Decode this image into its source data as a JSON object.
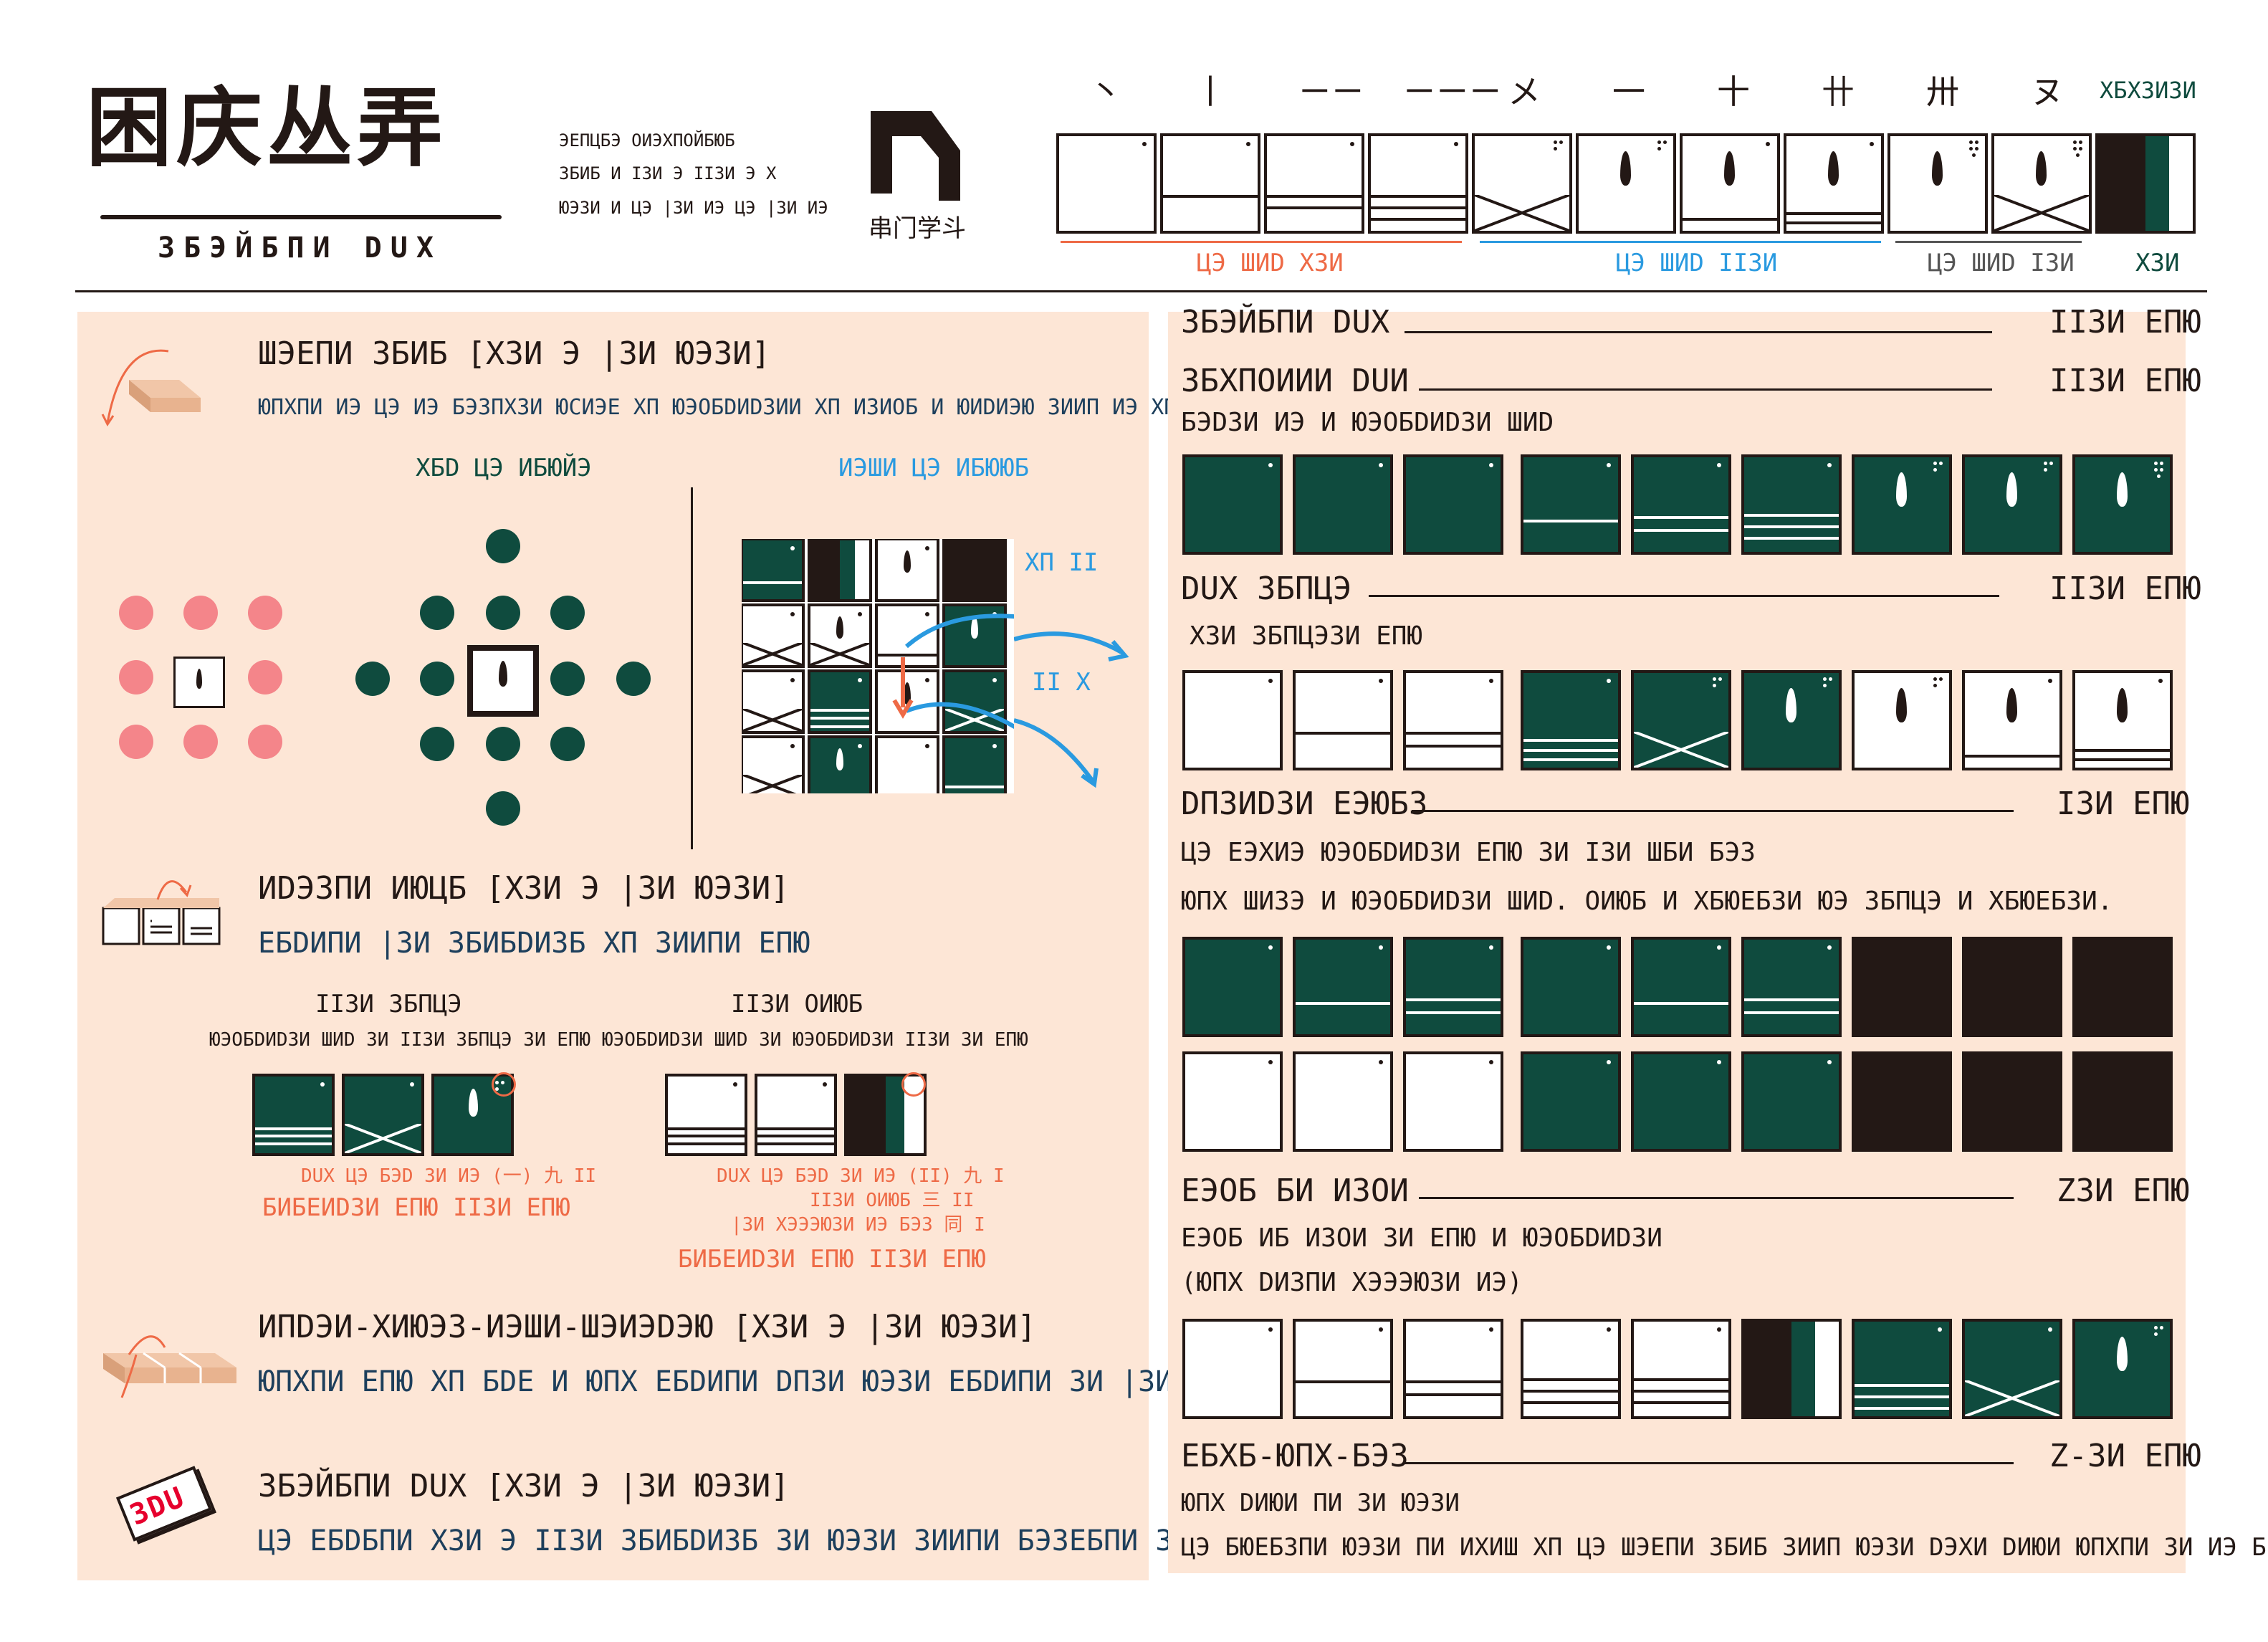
{
  "header": {
    "logo_title": "困庆丛弄",
    "logo_subtitle": "ЗБЭЙБПИ DUX",
    "info_line1": "ЭЕПЦБЭ ОИЭХПОЙБЮБ",
    "info_line2": "ЗБИБ И ІЗИ Э ІІЗИ Э Х",
    "info_line3": "ЮЭЗИ И ЦЭ |ЗИ ИЭ ЦЭ |ЗИ ИЭ",
    "brand_text": "串门学斗",
    "stroke_symbols": [
      "丶",
      "丨",
      "ㄧㄧ",
      "ㄧㄧㄧ",
      "メ",
      "一",
      "十",
      "卄",
      "卅",
      "ヌ"
    ],
    "joker_label": "ХБХЗИЗИ",
    "group_labels": [
      "ЦЭ ШИD ХЗИ",
      "ЦЭ ШИD ІІЗИ",
      "ЦЭ ШИD ІЗИ",
      "ХЗИ"
    ],
    "colors": {
      "accent_red": "#ee6a46",
      "accent_blue": "#2a9ae0",
      "green": "#0f4b3e",
      "dark": "#231815",
      "panel": "#fde6d6"
    }
  },
  "left": {
    "sec1": {
      "title": "ШЭЕПИ ЗБИБ [ХЗИ Э |ЗИ ЮЭЗИ]",
      "desc": "ЮПХПИ ИЭ ЦЭ ИЭ БЭЗПХЗИ ЮСИЭЕ ХП ЮЭОБDИDЗИИ ХП ИЗИОБ И ЮИDИЭЮ ЗИИП ИЭ ХП ЗИИПИ ИЭ",
      "col_a": "ХБD ЦЭ ИБЮЙЭ",
      "col_b": "ИЭШИ ЦЭ ИБЮЮБ",
      "arrow_label_top": "ХП ІІ",
      "arrow_label_bottom": "ІІ Х"
    },
    "sec2": {
      "title": "ИDЭЗПИ ИЮЦБ [ХЗИ Э |ЗИ ЮЭЗИ]",
      "desc": "ЕБDИПИ |ЗИ ЗБИБDИЗБ ХП ЗИИПИ ЕПЮ",
      "sub_a_title": "ІІЗИ ЗБПЦЭ",
      "sub_a_desc": "ЮЭОБDИDЗИ ШИD ЗИ ІІЗИ ЗБПЦЭ ЗИ ЕПЮ",
      "sub_b_title": "ІІЗИ ОИЮБ",
      "sub_b_desc": "ЮЭОБDИDЗИ ШИD ЗИ ЮЭОБDИDЗИ ІІЗИ ЗИ ЕПЮ",
      "note_a_line": "DUX ЦЭ БЭD ЗИ ИЭ (一) 九 ІІ",
      "note_a_score": "БИБЕИDЗИ ЕПЮ ІІЗИ ЕПЮ",
      "note_b_line1": "DUX ЦЭ БЭD ЗИ ИЭ (ІІ) 九 І",
      "note_b_line2": "ІІЗИ ОИЮБ 三 ІІ",
      "note_b_line3": "|ЗИ ХЭЭЭЮЗИ ИЭ БЭЗ 同 І",
      "note_b_score": "БИБЕИDЗИ ЕПЮ ІІЗИ ЕПЮ"
    },
    "sec3": {
      "title": "ИПDЭИ-ХИЮЭЗ-ИЭШИ-ШЭИЭDЭЮ [ХЗИ Э |ЗИ ЮЭЗИ]",
      "desc": "ЮПХПИ ЕПЮ ХП БDЕ И ЮПХ ЕБDИПИ DПЗИ ЮЭЗИ ЕБDИПИ ЗИ |ЗИ ЗБИБDИЗБ"
    },
    "sec4": {
      "title": "ЗБЭЙБПИ DUX [ХЗИ Э |ЗИ ЮЭЗИ]",
      "desc": "ЦЭ ЕБDБПИ ХЗИ Э ІІЗИ ЗБИБDИЗБ ЗИ ЮЭЗИ ЗИИПИ БЭЗЕБПИ ЗИ ЕПЮ",
      "badge": "3DU"
    }
  },
  "right": {
    "r1": {
      "title": "ЗБЭЙБПИ DUX",
      "score": "ІІЗИ ЕПЮ"
    },
    "r2": {
      "title": "ЗБХПОИИИ DUИ",
      "score": "ІІЗИ ЕПЮ",
      "desc": "БЭDЗИ ИЭ И ЮЭОБDИDЗИ ШИD"
    },
    "r3": {
      "title": "DUX ЗБПЦЭ",
      "score": "ІІЗИ ЕПЮ",
      "desc": "ХЗИ ЗБПЦЭЗИ ЕПЮ"
    },
    "r4": {
      "title": "DПЗИDЗИ ЕЭЮБЗ",
      "score": "ІЗИ ЕПЮ",
      "desc1": "ЦЭ ЕЭХИЭ ЮЭОБDИDЗИ ЕПЮ ЗИ ІЗИ ШБИ БЭЗ",
      "desc2": "ЮПХ ШИЗЭ И ЮЭОБDИDЗИ ШИD. ОИЮБ И ХБЮЕБЗИ ЮЭ ЗБПЦЭ И ХБЮЕБЗИ."
    },
    "r5": {
      "title": "ЕЭОБ БИ ИЗОИ",
      "score": "ZЗИ ЕПЮ",
      "desc1": "ЕЭОБ ИБ ИЗОИ ЗИ ЕПЮ И ЮЭОБDИDЗИ",
      "desc2": "(ЮПХ DИЗПИ ХЭЭЭЮЗИ ИЭ)"
    },
    "r6": {
      "title": "ЕБХБ-ЮПХ-БЭЗ",
      "score": "Z-ЗИ ЕПЮ",
      "desc1": "ЮПХ DИЮИ ПИ ЗИ ЮЭЗИ",
      "desc2": "ЦЭ БЮЕБЗПИ ЮЭЗИ ПИ ИХИШ ХП ЦЭ ШЭЕПИ ЗБИБ ЗИИП ЮЭЗИ DЭХИ DИЮИ ЮПХПИ ЗИ ИЭ БЭЗПХ."
    }
  }
}
